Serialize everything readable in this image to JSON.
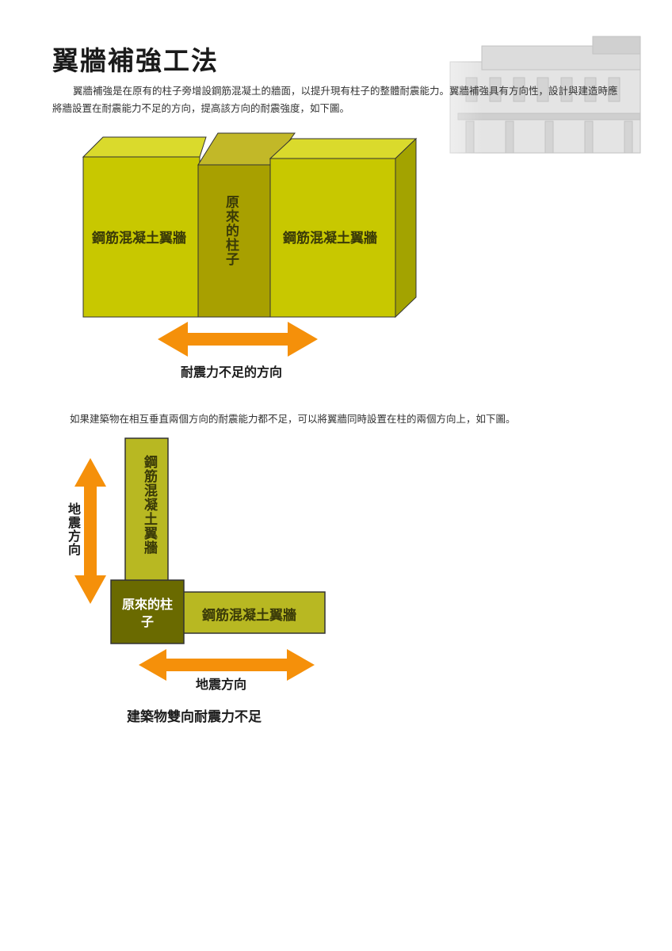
{
  "page": {
    "title": "翼牆補強工法",
    "intro": "翼牆補強是在原有的柱子旁增設鋼筋混凝土的牆面，以提升現有柱子的整體耐震能力。翼牆補強具有方向性，設計與建造時應將牆設置在耐震能力不足的方向，提高該方向的耐震強度，如下圖。",
    "para2": "如果建築物在相互垂直兩個方向的耐震能力都不足，可以將翼牆同時設置在柱的兩個方向上，如下圖。"
  },
  "figure1": {
    "wing_left": "鋼筋混凝土翼牆",
    "column": "原來的柱子",
    "wing_right": "鋼筋混凝土翼牆",
    "arrow_caption": "耐震力不足的方向"
  },
  "figure2": {
    "wing_vertical": "鋼筋混凝土翼牆",
    "vertical_arrow_caption": "地震方向",
    "column": "原來的柱子",
    "wing_horizontal": "鋼筋混凝土翼牆",
    "horizontal_arrow_caption": "地震方向",
    "caption": "建築物雙向耐震力不足"
  },
  "colors": {
    "wall_front": "#c8c800",
    "wall_top": "#dada2c",
    "wall_side": "#a3a300",
    "column_front": "#a8a000",
    "column_top": "#c2b828",
    "column2": "#6a6a00",
    "arrow": "#f5900a"
  }
}
